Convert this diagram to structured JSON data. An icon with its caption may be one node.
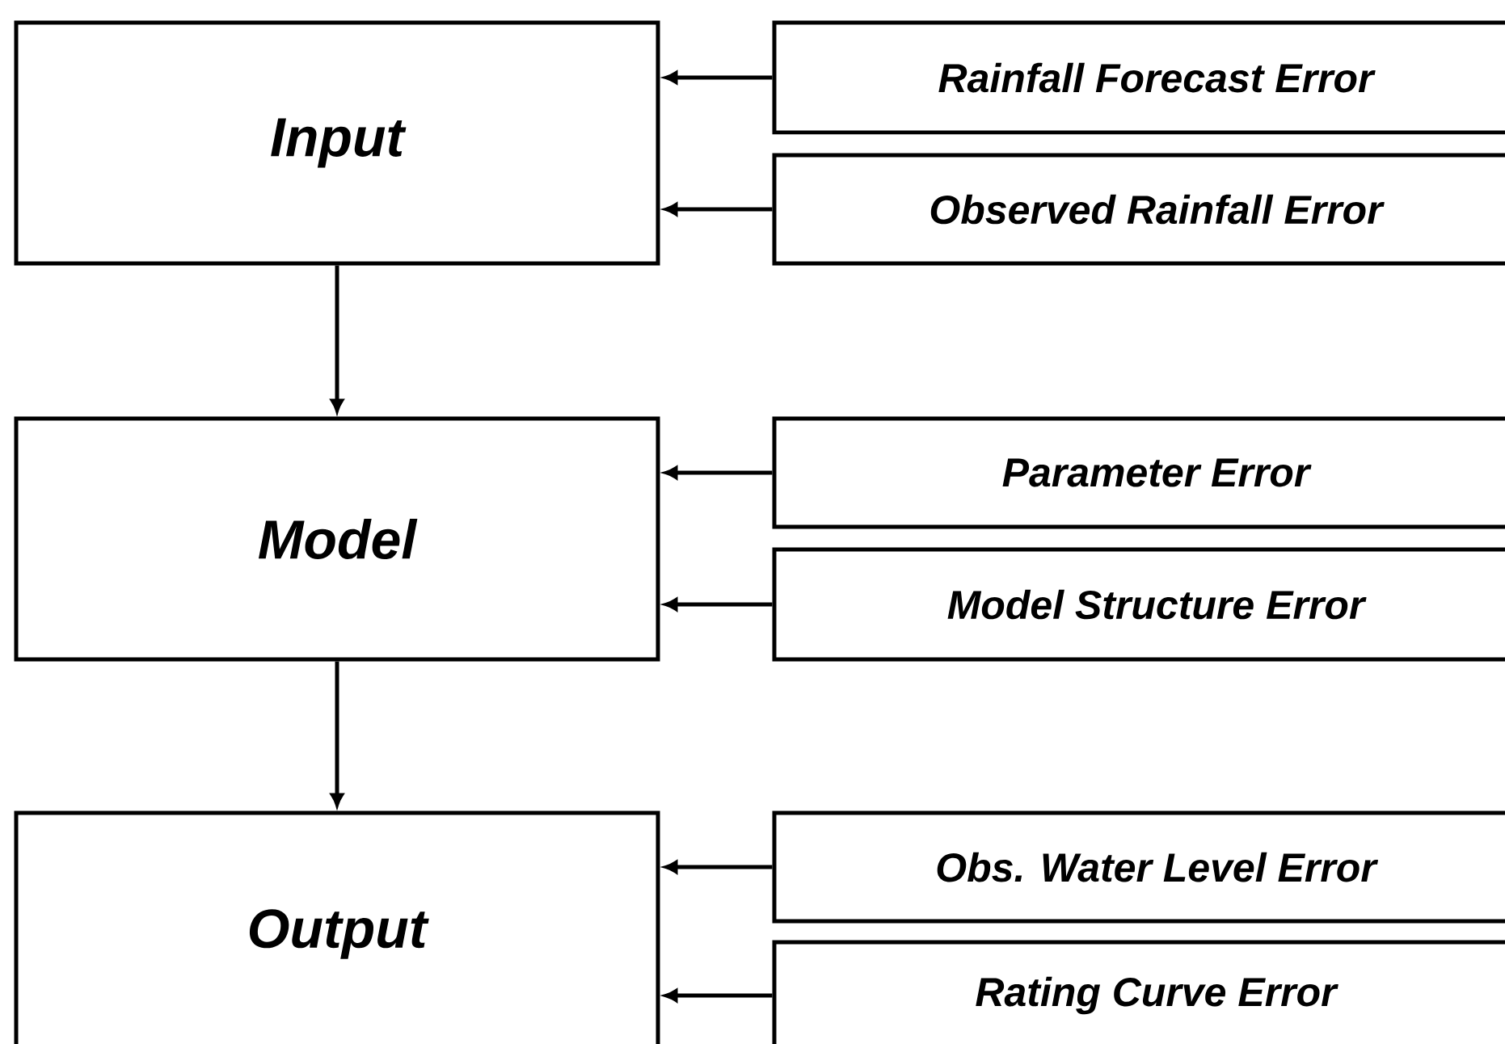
{
  "diagram": {
    "nodes": [
      {
        "text": [
          "Input"
        ]
      },
      {
        "text": [
          "Rainfall Forecast Error"
        ]
      },
      {
        "text": [
          "Observed Rainfall Error"
        ]
      },
      {
        "text": [
          "Model"
        ]
      },
      {
        "text": [
          "Parameter Error"
        ]
      },
      {
        "text": [
          "Model Structure Error"
        ]
      },
      {
        "text": [
          "Output"
        ]
      },
      {
        "text": [
          "Obs. Water Level Error"
        ]
      },
      {
        "text": [
          "Rating Curve Error"
        ]
      }
    ],
    "edges": [
      {
        "from": 0,
        "to": 3,
        "arrow": "to"
      },
      {
        "from": 1,
        "to": 0,
        "arrow": "to"
      },
      {
        "from": 2,
        "to": 0,
        "arrow": "to"
      },
      {
        "from": 3,
        "to": 6,
        "arrow": "to"
      },
      {
        "from": 4,
        "to": 3,
        "arrow": "to"
      },
      {
        "from": 5,
        "to": 3,
        "arrow": "to"
      },
      {
        "from": 7,
        "to": 6,
        "arrow": "to"
      },
      {
        "from": 8,
        "to": 6,
        "arrow": "to"
      }
    ]
  }
}
